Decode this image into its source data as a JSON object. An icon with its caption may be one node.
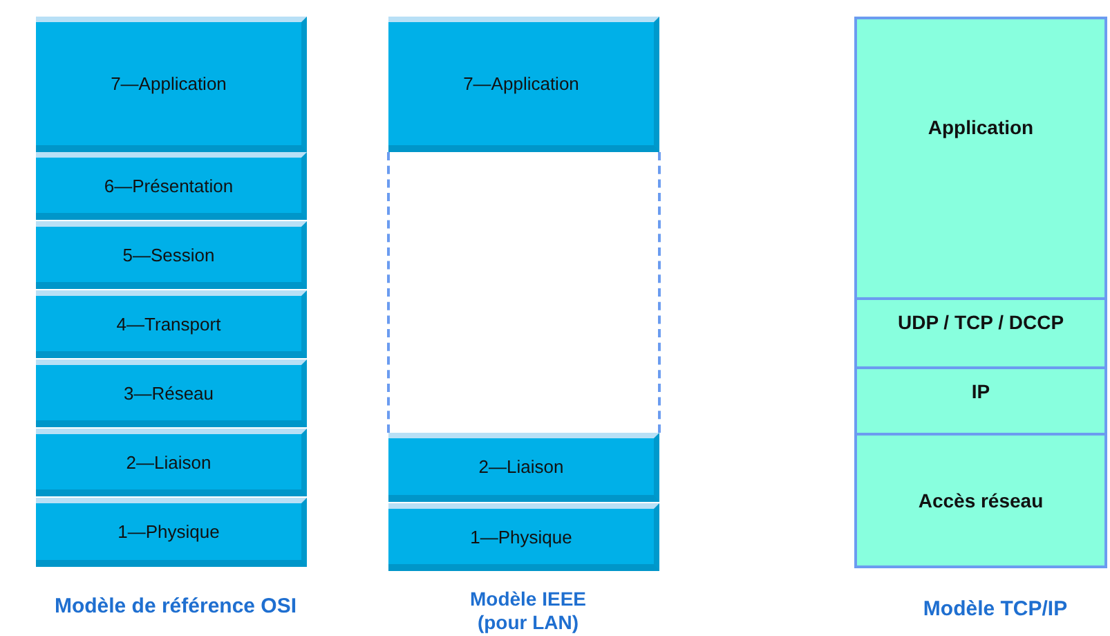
{
  "diagram": {
    "nodes": [
      {
        "text": [
          "7—Application"
        ]
      },
      {
        "text": [
          "6—Présentation"
        ]
      },
      {
        "text": [
          "5—Session"
        ]
      },
      {
        "text": [
          "4—Transport"
        ]
      },
      {
        "text": [
          "3—Réseau"
        ]
      },
      {
        "text": [
          "2—Liaison"
        ]
      },
      {
        "text": [
          "1—Physique"
        ]
      },
      {
        "text": [
          "7—Application"
        ]
      },
      {
        "text": [],
        "shape": "box"
      },
      {
        "text": [
          "2—Liaison"
        ]
      },
      {
        "text": [
          "1—Physique"
        ]
      },
      {
        "text": [
          "Application"
        ]
      },
      {
        "text": [
          "UDP / TCP  / DCCP"
        ]
      },
      {
        "text": [
          "IP"
        ]
      },
      {
        "text": [
          "Accès réseau"
        ]
      }
    ],
    "edges": [],
    "labels": [
      "Modèle de référence OSI",
      "Modèle IEEE (pour LAN)",
      "Modèle TCP/IP"
    ]
  }
}
